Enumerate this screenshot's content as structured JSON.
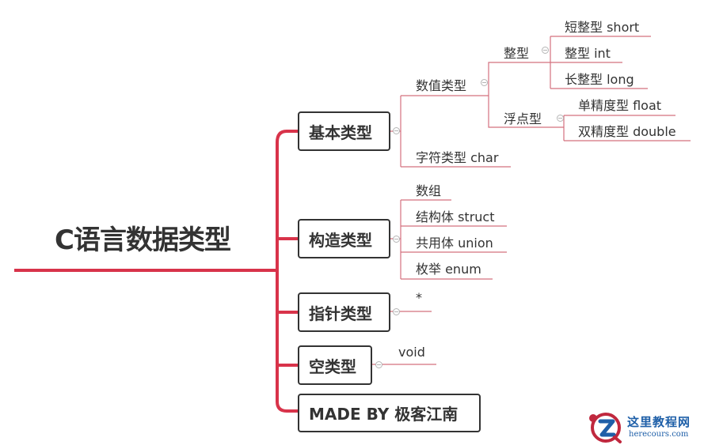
{
  "root": {
    "label": "C语言数据类型"
  },
  "branches": {
    "basic": {
      "label": "基本类型"
    },
    "constructed": {
      "label": "构造类型"
    },
    "pointer": {
      "label": "指针类型"
    },
    "void_type": {
      "label": "空类型"
    },
    "made_by": {
      "label": "MADE BY 极客江南"
    }
  },
  "basic_children": {
    "numeric": {
      "label": "数值类型"
    },
    "char": {
      "label": "字符类型 char"
    }
  },
  "numeric_children": {
    "integer": {
      "label": "整型"
    },
    "floating": {
      "label": "浮点型"
    }
  },
  "integer_children": [
    "短整型 short",
    "整型 int",
    "长整型 long"
  ],
  "float_children": [
    "单精度型 float",
    "双精度型 double"
  ],
  "constructed_children": [
    "数组",
    "结构体 struct",
    "共用体 union",
    "枚举 enum"
  ],
  "pointer_children": [
    "*"
  ],
  "void_children": [
    "void"
  ],
  "watermark": {
    "title": "这里教程网",
    "url": "herecours.com"
  },
  "colors": {
    "trunk": "#d8334a",
    "branch_line": "#d4707e",
    "box_border": "#333333",
    "logo": "#1e5fa8"
  }
}
